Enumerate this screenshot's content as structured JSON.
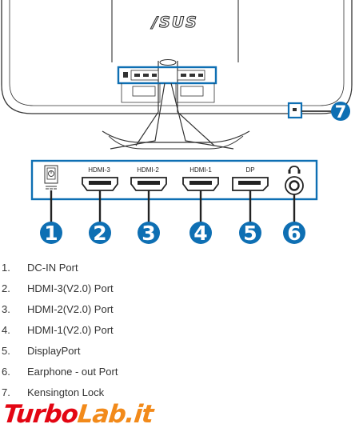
{
  "monitor": {
    "brand": "/SUS"
  },
  "ports": [
    {
      "callout": "1",
      "label": ""
    },
    {
      "callout": "2",
      "label": "HDMI-3"
    },
    {
      "callout": "3",
      "label": "HDMI-2"
    },
    {
      "callout": "4",
      "label": "HDMI-1"
    },
    {
      "callout": "5",
      "label": "DP"
    },
    {
      "callout": "6",
      "label": ""
    }
  ],
  "kensington_callout": "7",
  "legend": [
    {
      "number": "1.",
      "text": "DC-IN Port"
    },
    {
      "number": "2.",
      "text": "HDMI-3(V2.0) Port"
    },
    {
      "number": "3.",
      "text": "HDMI-2(V2.0) Port"
    },
    {
      "number": "4.",
      "text": "HDMI-1(V2.0) Port"
    },
    {
      "number": "5.",
      "text": "DisplayPort"
    },
    {
      "number": "6.",
      "text": "Earphone - out Port"
    },
    {
      "number": "7.",
      "text": "Kensington Lock"
    }
  ],
  "watermark": {
    "part1": "Turbo",
    "part2": "Lab.it"
  },
  "colors": {
    "accent": "#0e6fb3",
    "line": "#333333",
    "logo_red": "#e30613",
    "logo_orange": "#f28a1a"
  }
}
